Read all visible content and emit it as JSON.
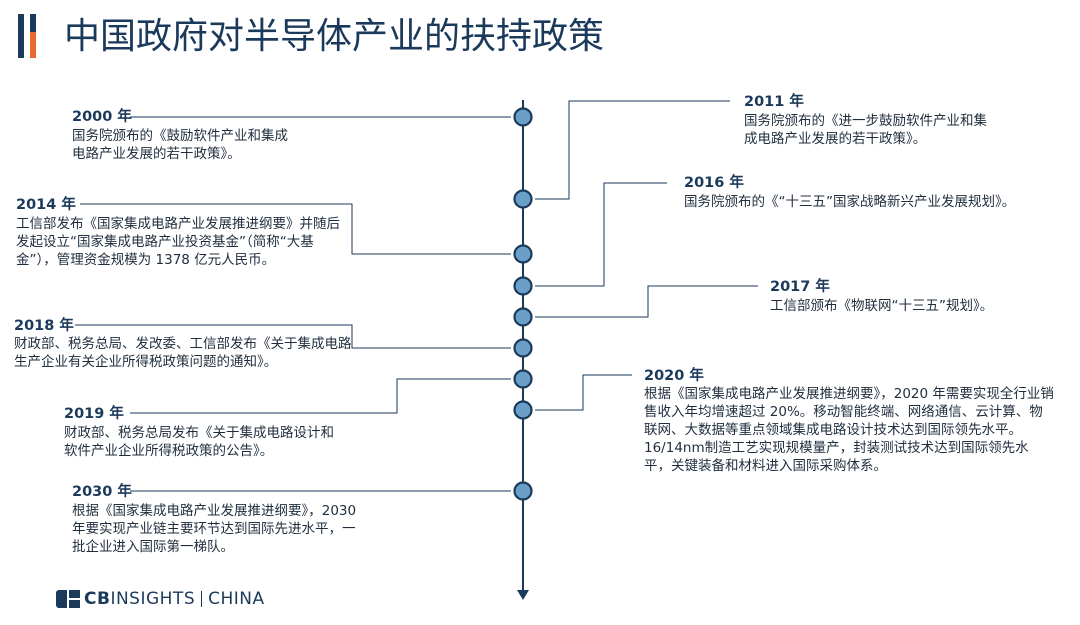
{
  "title": "中国政府对半导体产业的扶持政策",
  "events": [
    {
      "year": "2000 年",
      "text": "国务院颁布的《鼓励软件产业和集成电路产业发展的若干政策》。"
    },
    {
      "year": "2011 年",
      "text": "国务院颁布的《进一步鼓励软件产业和集成电路产业发展的若干政策》。"
    },
    {
      "year": "2014 年",
      "text": "工信部发布《国家集成电路产业发展推进纲要》并随后发起设立“国家集成电路产业投资基金”（简称“大基金”），管理资金规模为 1378 亿元人民币。"
    },
    {
      "year": "2016 年",
      "text": "国务院颁布的《“十三五”国家战略新兴产业发展规划》。"
    },
    {
      "year": "2017 年",
      "text": "工信部颁布《物联网“十三五”规划》。"
    },
    {
      "year": "2018 年",
      "text": "财政部、税务总局、发改委、工信部发布《关于集成电路生产企业有关企业所得税政策问题的通知》。"
    },
    {
      "year": "2019 年",
      "text": "财政部、税务总局发布《关于集成电路设计和软件产业企业所得税政策的公告》。"
    },
    {
      "year": "2020 年",
      "text": "根据《国家集成电路产业发展推进纲要》，2020 年需要实现全行业销售收入年均增速超过 20%。移动智能终端、网络通信、云计算、物联网、大数据等重点领域集成电路设计技术达到国际领先水平。16/14nm制造工艺实现规模量产，封装测试技术达到国际领先水平，关键装备和材料进入国际采购体系。"
    },
    {
      "year": "2030 年",
      "text": "根据《国家集成电路产业发展推进纲要》，2030 年要实现产业链主要环节达到国际先进水平，一批企业进入国际第一梯队。"
    }
  ],
  "logo": {
    "cb": "CB",
    "insights": "INSIGHTS",
    "china": "CHINA"
  },
  "colors": {
    "navy": "#1b3a5b",
    "node_fill": "#6aa0c8",
    "accent": "#e86a2e"
  }
}
